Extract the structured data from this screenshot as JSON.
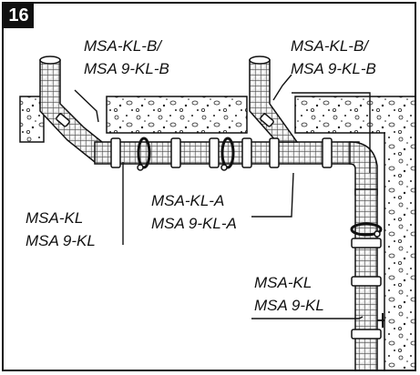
{
  "figure": {
    "number": "16",
    "labels": {
      "top_left_line1": "MSA-KL-B/",
      "top_left_line2": "MSA 9-KL-B",
      "top_right_line1": "MSA-KL-B/",
      "top_right_line2": "MSA 9-KL-B",
      "middle_line1": "MSA-KL-A",
      "middle_line2": "MSA 9-KL-A",
      "left_line1": "MSA-KL",
      "left_line2": "MSA 9-KL",
      "bottom_line1": "MSA-KL",
      "bottom_line2": "MSA 9-KL"
    }
  },
  "colors": {
    "ink": "#111111",
    "pipe_fill": "#d8d8d8",
    "wall_fill": "#ffffff"
  }
}
